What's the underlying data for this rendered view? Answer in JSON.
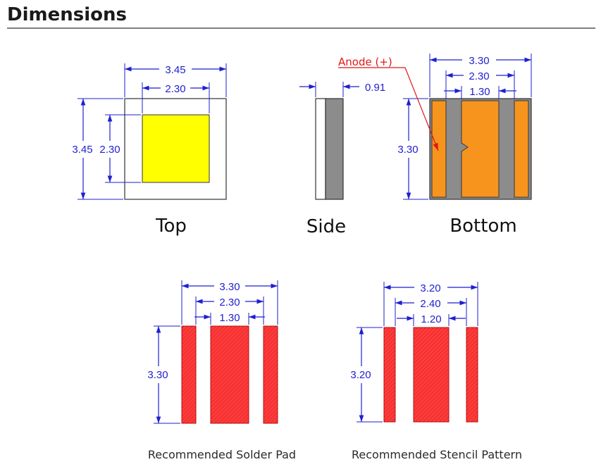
{
  "title": "Dimensions",
  "views": {
    "top": {
      "caption": "Top",
      "outer_width": "3.45",
      "inner_width": "2.30",
      "outer_height": "3.45",
      "inner_height": "2.30",
      "package_color": "#ffffff",
      "die_color": "#ffff00"
    },
    "side": {
      "caption": "Side",
      "thickness": "0.91",
      "body_color": "#8c8c8c"
    },
    "bottom": {
      "caption": "Bottom",
      "anode_label": "Anode (+)",
      "overall_width": "3.30",
      "pad_span": "2.30",
      "center_pad_width": "1.30",
      "height": "3.30",
      "pad_color": "#f7941d",
      "body_color": "#8c8c8c"
    }
  },
  "recommended": {
    "solder_pad": {
      "caption": "Recommended Solder Pad",
      "overall_width": "3.30",
      "pad_span": "2.30",
      "center_pad_width": "1.30",
      "height": "3.30"
    },
    "stencil_pattern": {
      "caption": "Recommended Stencil Pattern",
      "overall_width": "3.20",
      "pad_span": "2.40",
      "center_pad_width": "1.20",
      "height": "3.20"
    },
    "pad_color": "#ff3b3b"
  },
  "colors": {
    "dimension": "#1f1fd0",
    "anode_arrow": "#e01818",
    "title_rule": "#7f7f7f"
  }
}
